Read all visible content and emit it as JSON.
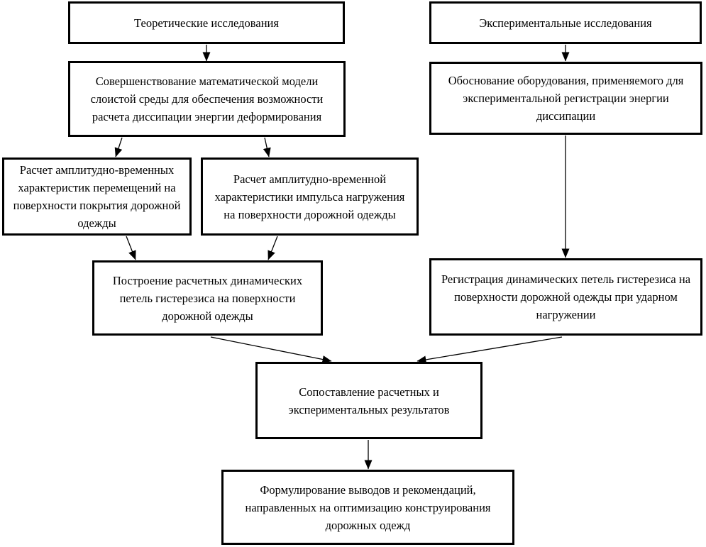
{
  "diagram": {
    "language": "ru",
    "colors": {
      "background": "#ffffff",
      "box_border": "#000000",
      "text": "#000000",
      "arrow": "#000000"
    },
    "boxes": [
      {
        "name": "theoretical-research",
        "text": "Теоретические исследования"
      },
      {
        "name": "experimental-research",
        "text": "Экспериментальные исследования"
      },
      {
        "name": "math-model-improvement",
        "text": "Совершенствование математической модели слоистой среды для обеспечения возможности расчета диссипации энергии деформирования"
      },
      {
        "name": "equipment-justification",
        "text": "Обоснование оборудования, применяемого для экспериментальной регистрации энергии диссипации"
      },
      {
        "name": "displacement-characteristics",
        "text": "Расчет амплитудно-временных характеристик перемещений на поверхности покрытия дорожной одежды"
      },
      {
        "name": "impulse-characteristics",
        "text": "Расчет амплитудно-временной характеристики импульса нагружения на поверхности дорожной одежды"
      },
      {
        "name": "calculated-hysteresis-loops",
        "text": "Построение расчетных динамических петель гистерезиса на поверхности дорожной одежды"
      },
      {
        "name": "registered-hysteresis-loops",
        "text": "Регистрация динамических петель гистерезиса на поверхности дорожной одежды при ударном нагружении"
      },
      {
        "name": "results-comparison",
        "text": "Сопоставление расчетных и экспериментальных результатов"
      },
      {
        "name": "conclusions-formulation",
        "text": "Формулирование выводов и рекомендаций, направленных на оптимизацию конструирования дорожных одежд"
      }
    ]
  }
}
